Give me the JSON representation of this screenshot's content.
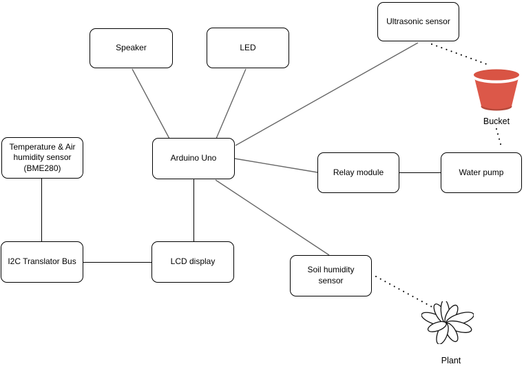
{
  "diagram": {
    "title_hint": "Arduino plant watering system component diagram",
    "colors": {
      "canvas_bg": "#ffffff",
      "node_fill": "#ffffff",
      "node_border": "#000000",
      "edge_diagonal": "#666666",
      "edge_orthogonal": "#000000",
      "edge_dotted": "#000000",
      "bucket_red": "#dc5849",
      "bucket_rim": "#d4503f",
      "bucket_shadow": "#b64a3c"
    },
    "nodes": [
      {
        "id": "speaker",
        "label": "Speaker"
      },
      {
        "id": "led",
        "label": "LED"
      },
      {
        "id": "ultrasonic",
        "label": "Ultrasonic sensor"
      },
      {
        "id": "temp",
        "label": "Temperature & Air humidity sensor (BME280)"
      },
      {
        "id": "arduino",
        "label": "Arduino Uno"
      },
      {
        "id": "relay",
        "label": "Relay module"
      },
      {
        "id": "waterpump",
        "label": "Water pump"
      },
      {
        "id": "i2c",
        "label": "I2C Translator Bus"
      },
      {
        "id": "lcd",
        "label": "LCD display"
      },
      {
        "id": "soil",
        "label": "Soil humidity sensor"
      }
    ],
    "icons": [
      {
        "id": "bucket",
        "label": "Bucket"
      },
      {
        "id": "plant",
        "label": "Plant"
      }
    ],
    "connections": [
      {
        "from": "Speaker",
        "to": "Arduino Uno",
        "style": "solid"
      },
      {
        "from": "LED",
        "to": "Arduino Uno",
        "style": "solid"
      },
      {
        "from": "Ultrasonic sensor",
        "to": "Arduino Uno",
        "style": "solid"
      },
      {
        "from": "Ultrasonic sensor",
        "to": "Bucket",
        "style": "dotted"
      },
      {
        "from": "Bucket",
        "to": "Water pump",
        "style": "dotted"
      },
      {
        "from": "Arduino Uno",
        "to": "Relay module",
        "style": "solid"
      },
      {
        "from": "Relay module",
        "to": "Water pump",
        "style": "solid"
      },
      {
        "from": "Arduino Uno",
        "to": "LCD display",
        "style": "solid"
      },
      {
        "from": "LCD display",
        "to": "I2C Translator Bus",
        "style": "solid"
      },
      {
        "from": "I2C Translator Bus",
        "to": "Temperature & Air humidity sensor (BME280)",
        "style": "solid"
      },
      {
        "from": "Arduino Uno",
        "to": "Soil humidity sensor",
        "style": "solid"
      },
      {
        "from": "Soil humidity sensor",
        "to": "Plant",
        "style": "dotted"
      }
    ]
  }
}
